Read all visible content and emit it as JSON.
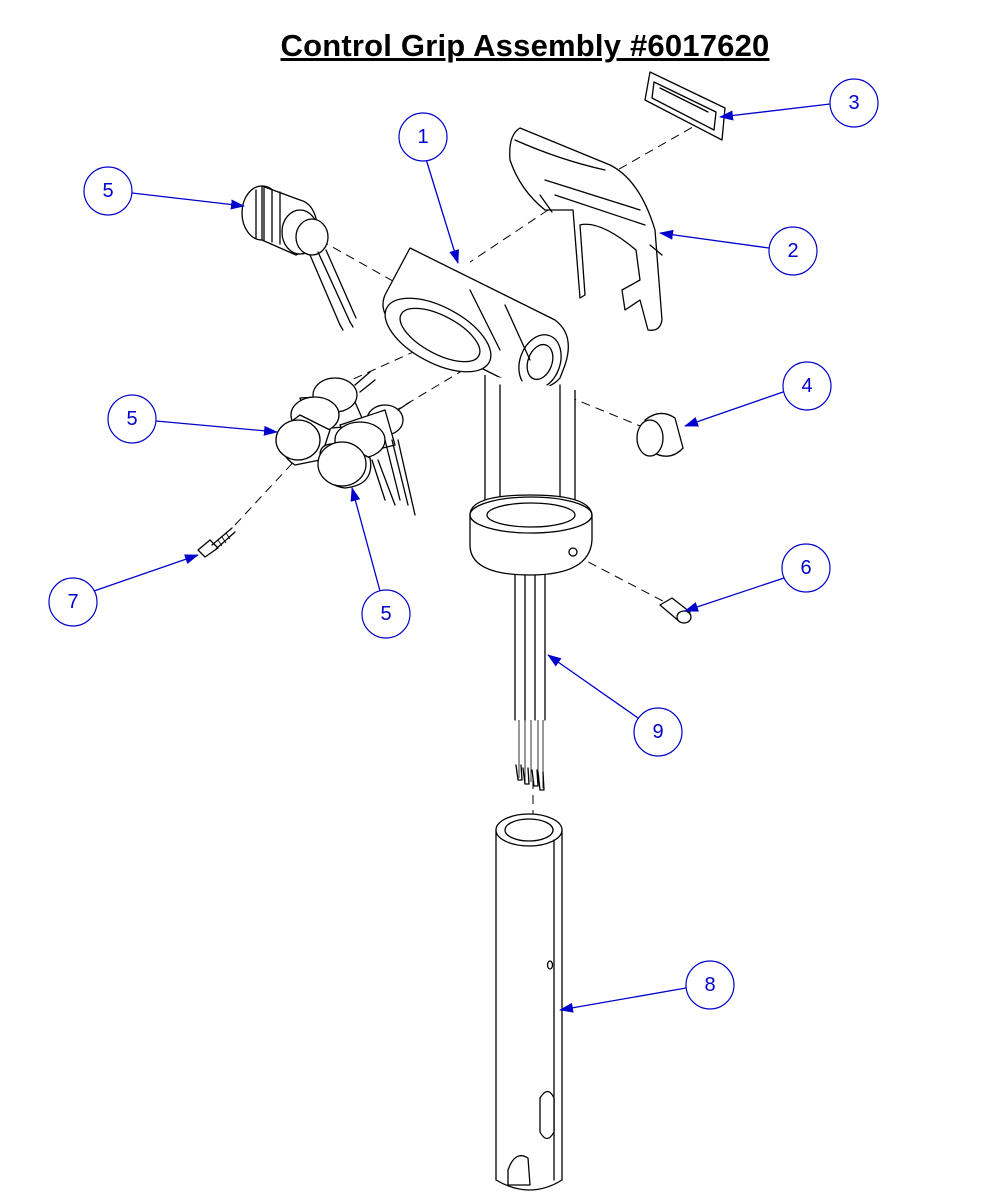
{
  "title": "Control Grip Assembly #6017620",
  "accent_color": "#0000cc",
  "callouts": [
    {
      "id": "callout-1",
      "label": "1"
    },
    {
      "id": "callout-2",
      "label": "2"
    },
    {
      "id": "callout-3",
      "label": "3"
    },
    {
      "id": "callout-4",
      "label": "4"
    },
    {
      "id": "callout-5a",
      "label": "5"
    },
    {
      "id": "callout-5b",
      "label": "5"
    },
    {
      "id": "callout-5c",
      "label": "5"
    },
    {
      "id": "callout-6",
      "label": "6"
    },
    {
      "id": "callout-7",
      "label": "7"
    },
    {
      "id": "callout-8",
      "label": "8"
    },
    {
      "id": "callout-9",
      "label": "9"
    }
  ]
}
